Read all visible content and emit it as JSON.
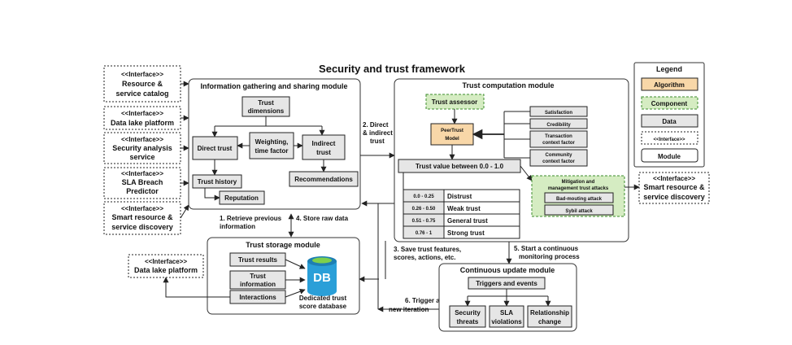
{
  "title": "Security and trust framework",
  "legend": {
    "title": "Legend",
    "algorithm": "Algorithm",
    "component": "Component",
    "data": "Data",
    "interface": "<<Interface>>",
    "module": "Module"
  },
  "interfaces_left": [
    {
      "stereotype": "<<Interface>>",
      "line1": "Resource &",
      "line2": "service catalog"
    },
    {
      "stereotype": "<<Interface>>",
      "line1": "Data lake platform",
      "line2": ""
    },
    {
      "stereotype": "<<Interface>>",
      "line1": "Security analysis",
      "line2": "service"
    },
    {
      "stereotype": "<<Interface>>",
      "line1": "SLA Breach",
      "line2": "Predictor"
    },
    {
      "stereotype": "<<Interface>>",
      "line1": "Smart resource &",
      "line2": "service discovery"
    }
  ],
  "info_module": {
    "title": "Information gathering and sharing module",
    "trust_dimensions": [
      "Trust",
      "dimensions"
    ],
    "direct_trust": "Direct trust",
    "weighting": [
      "Weighting,",
      "time factor"
    ],
    "indirect_trust": [
      "Indirect",
      "trust"
    ],
    "trust_history": "Trust history",
    "reputation": "Reputation",
    "recommendations": "Recommendations"
  },
  "computation_module": {
    "title": "Trust computation module",
    "trust_assessor": "Trust assessor",
    "peertrust": [
      "PeerTrust",
      "Model"
    ],
    "factors": [
      [
        "Satisfaction"
      ],
      [
        "Credibility"
      ],
      [
        "Transaction",
        "context factor"
      ],
      [
        "Community",
        "context factor"
      ]
    ],
    "trust_value": "Trust value between 0.0 - 1.0",
    "levels": [
      {
        "range": "0.0 - 0.25",
        "label": "Distrust"
      },
      {
        "range": "0.26 - 0.50",
        "label": "Weak trust"
      },
      {
        "range": "0.51 - 0.75",
        "label": "General trust"
      },
      {
        "range": "0.76 - 1",
        "label": "Strong trust"
      }
    ],
    "mitigation": {
      "title": [
        "Mitigation and",
        "management trust attacks"
      ],
      "attacks": [
        "Bad-mouting attack",
        "Sybil attack"
      ]
    }
  },
  "right_interface": {
    "stereotype": "<<Interface>>",
    "line1": "Smart resource &",
    "line2": "service discovery"
  },
  "storage_module": {
    "title": "Trust storage module",
    "items": [
      [
        "Trust results"
      ],
      [
        "Trust",
        "information"
      ],
      [
        "Interactions"
      ]
    ],
    "db_icon_text": "DB",
    "db_label": [
      "Dedicated trust",
      "score database"
    ]
  },
  "bottom_left_interface": {
    "stereotype": "<<Interface>>",
    "line1": "Data lake platform"
  },
  "update_module": {
    "title": "Continuous update module",
    "triggers": "Triggers and events",
    "children": [
      [
        "Security",
        "threats"
      ],
      [
        "SLA",
        "violations"
      ],
      [
        "Relationship",
        "change"
      ]
    ]
  },
  "flow_labels": {
    "direct_indirect": [
      "2. Direct",
      "& indirect",
      "trust"
    ],
    "retrieve": [
      "1. Retrieve previous",
      "information"
    ],
    "store": "4. Store raw data",
    "save": [
      "3. Save trust features,",
      "scores, actions, etc."
    ],
    "monitor": [
      "5. Start a continuous",
      "monitoring process"
    ],
    "trigger": [
      "6. Trigger a",
      "new iteration"
    ]
  },
  "colors": {
    "algorithm": "#f8d7a8",
    "component": "#d5ecc2",
    "component_border": "#3c8c2c",
    "data": "#e6e6e6",
    "db_icon": "#2a9fd8"
  }
}
